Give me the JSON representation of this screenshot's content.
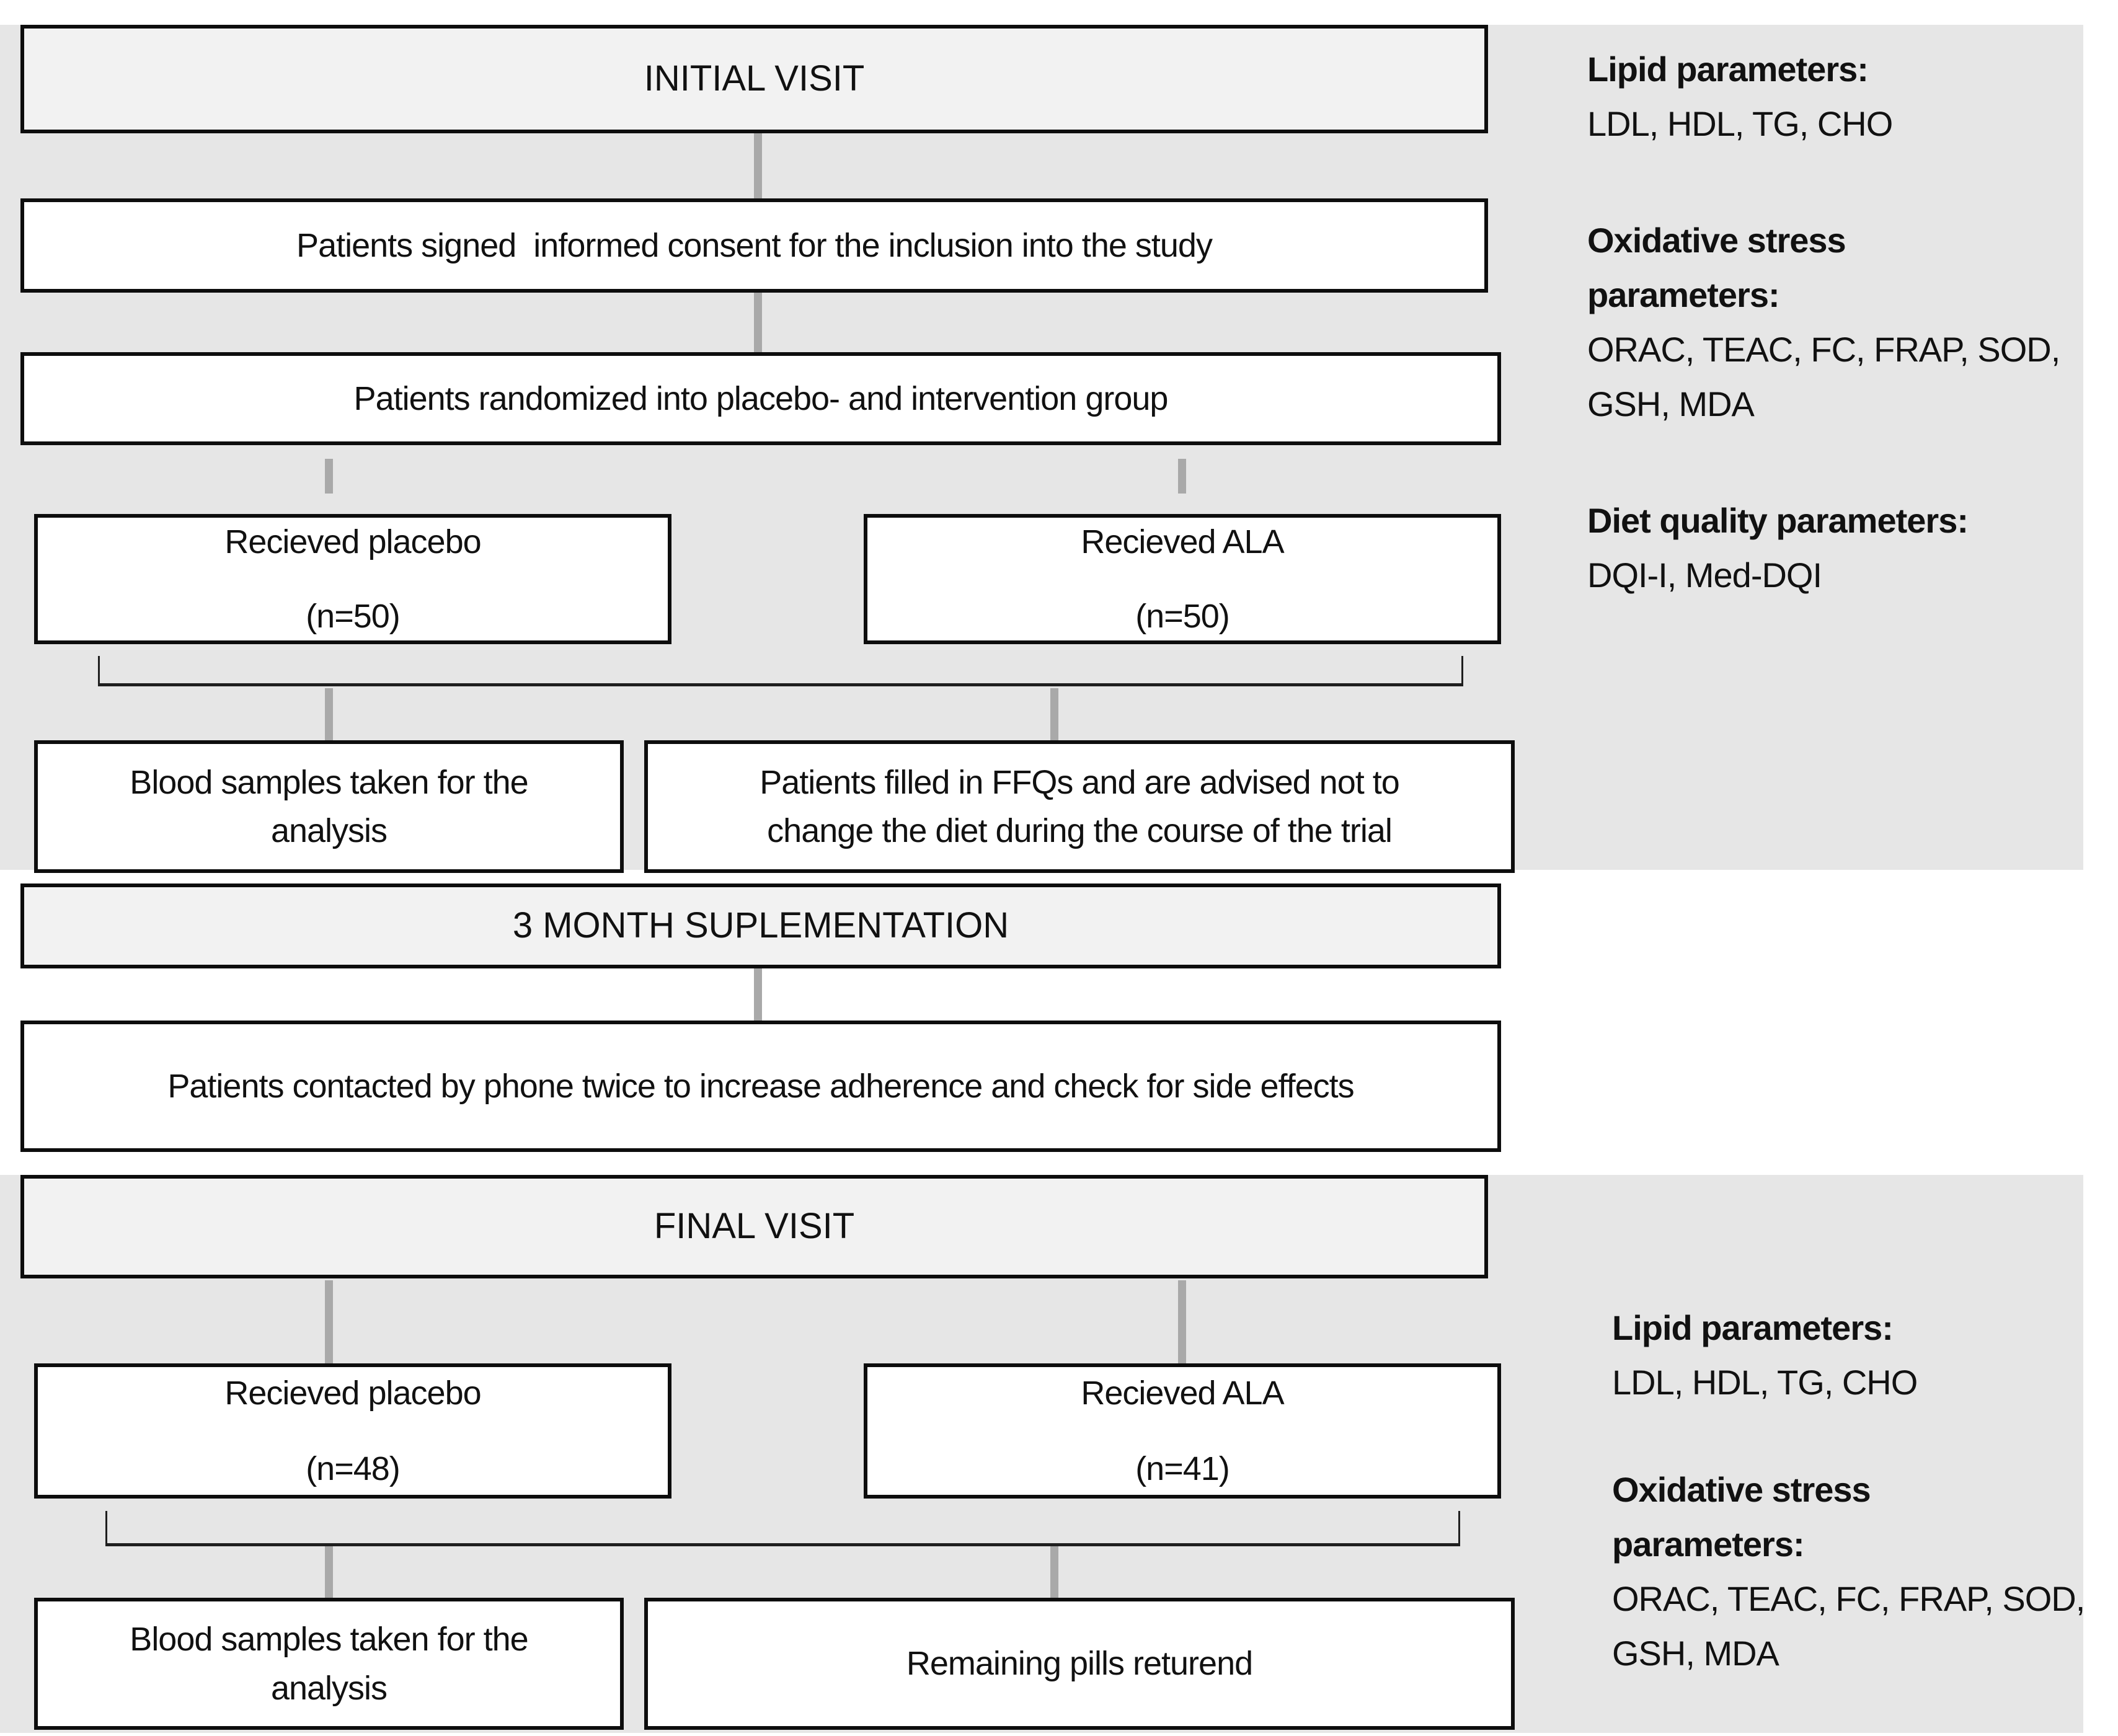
{
  "flow": {
    "initial_visit": {
      "label": "INITIAL VISIT"
    },
    "consent": {
      "label": "Patients signed  informed consent for the inclusion into the study"
    },
    "randomized": {
      "label": "Patients randomized into placebo- and intervention group"
    },
    "placebo_start": {
      "line1": "Recieved placebo",
      "line2": "(n=50)"
    },
    "ala_start": {
      "line1": "Recieved ALA",
      "line2": "(n=50)"
    },
    "blood_initial": {
      "line1": "Blood samples taken for the",
      "line2": "analysis"
    },
    "ffq": {
      "line1": "Patients filled in FFQs and are advised not to",
      "line2": "change the diet during the course of the trial"
    },
    "supplementation": {
      "label": "3 MONTH SUPLEMENTATION"
    },
    "phone": {
      "label": "Patients contacted by phone twice to increase adherence and check for side effects"
    },
    "final_visit": {
      "label": "FINAL VISIT"
    },
    "placebo_final": {
      "line1": "Recieved placebo",
      "line2": "(n=48)"
    },
    "ala_final": {
      "line1": "Recieved ALA",
      "line2": "(n=41)"
    },
    "blood_final": {
      "line1": "Blood samples taken for the",
      "line2": "analysis"
    },
    "pills": {
      "label": "Remaining pills returend"
    }
  },
  "notes_top": {
    "sections": [
      {
        "heading_lines": [
          "Lipid parameters:"
        ],
        "body_lines": [
          "LDL, HDL, TG, CHO"
        ]
      },
      {
        "heading_lines": [
          "Oxidative stress",
          "parameters:"
        ],
        "body_lines": [
          "ORAC, TEAC, FC, FRAP, SOD,",
          "GSH, MDA"
        ]
      },
      {
        "heading_lines": [
          "Diet quality parameters:"
        ],
        "body_lines": [
          "DQI-I, Med-DQI"
        ]
      }
    ]
  },
  "notes_bottom": {
    "sections": [
      {
        "heading_lines": [
          "Lipid parameters:"
        ],
        "body_lines": [
          "LDL, HDL, TG, CHO"
        ]
      },
      {
        "heading_lines": [
          "Oxidative stress",
          "parameters:"
        ],
        "body_lines": [
          "ORAC, TEAC, FC, FRAP, SOD,",
          "GSH, MDA"
        ]
      }
    ]
  },
  "colors": {
    "background": "#ffffff",
    "band_gray": "#e6e6e6",
    "header_box_fill": "#f2f2f2",
    "box_fill": "#ffffff",
    "box_border": "#0d0d0d",
    "connector_gray": "#a9a9a9",
    "bracket_line": "#1f1f1f",
    "text": "#111111"
  }
}
